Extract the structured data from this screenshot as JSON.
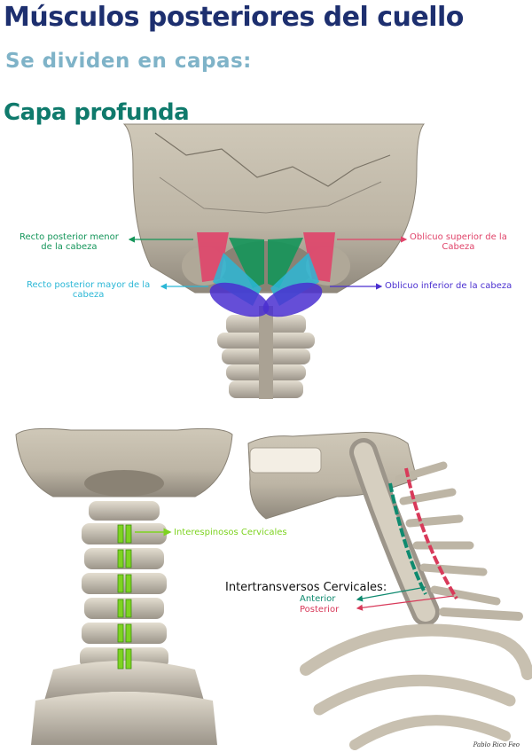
{
  "title": "Músculos posteriores del cuello",
  "subtitle": "Se dividen en capas:",
  "section": "Capa profunda",
  "labels": {
    "recto_menor": "Recto posterior menor de la cabeza",
    "recto_menor_l1": "Recto posterior menor",
    "recto_menor_l2": "de la cabeza",
    "recto_mayor_l1": "Recto posterior mayor de la",
    "recto_mayor_l2": "cabeza",
    "obl_sup_l1": "Oblicuo superior de la",
    "obl_sup_l2": "Cabeza",
    "obl_inf": "Oblicuo inferior de la cabeza",
    "interespinosos": "Interespinosos Cervicales",
    "intertransversos": "Intertransversos Cervicales:",
    "anterior": "Anterior",
    "posterior": "Posterior"
  },
  "author": "Pablo Rico Feo",
  "colors": {
    "title": "#1d2f6f",
    "subtitle": "#7fb3c8",
    "section": "#0f7a6c",
    "recto_menor": "#14955a",
    "recto_mayor": "#2bb7d6",
    "obl_sup": "#e0446a",
    "obl_inf": "#4a2fd0",
    "interespinosos": "#7ed321",
    "intertransversos": "#111111",
    "anterior": "#0f8a6f",
    "posterior": "#d83a5a",
    "bone": "#d9d2c3",
    "bone_shadow": "#9c958a"
  },
  "icons": [
    "arrow-icon"
  ]
}
